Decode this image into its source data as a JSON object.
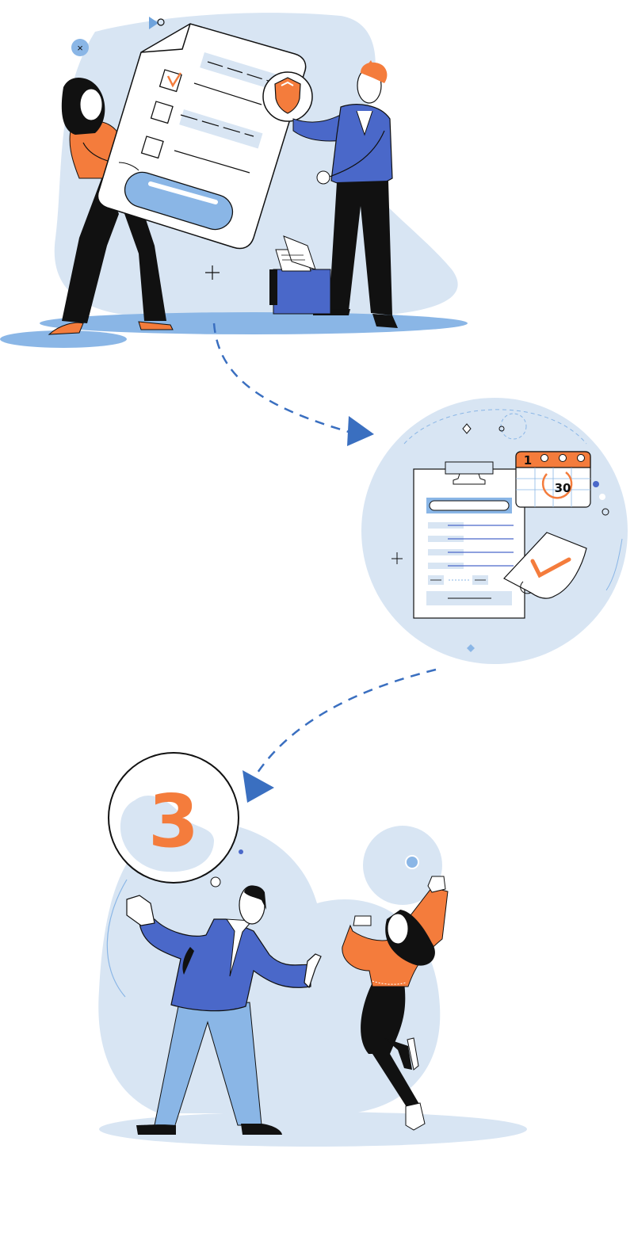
{
  "illustration": {
    "calendar": {
      "month_tab": "1",
      "day": "30"
    },
    "step_badge": {
      "number": "3"
    },
    "colors": {
      "light_blue_bg": "#d8e5f3",
      "mid_blue": "#8ab6e6",
      "royal_blue": "#4a68c9",
      "orange": "#f47c3c",
      "dark": "#111111"
    }
  }
}
